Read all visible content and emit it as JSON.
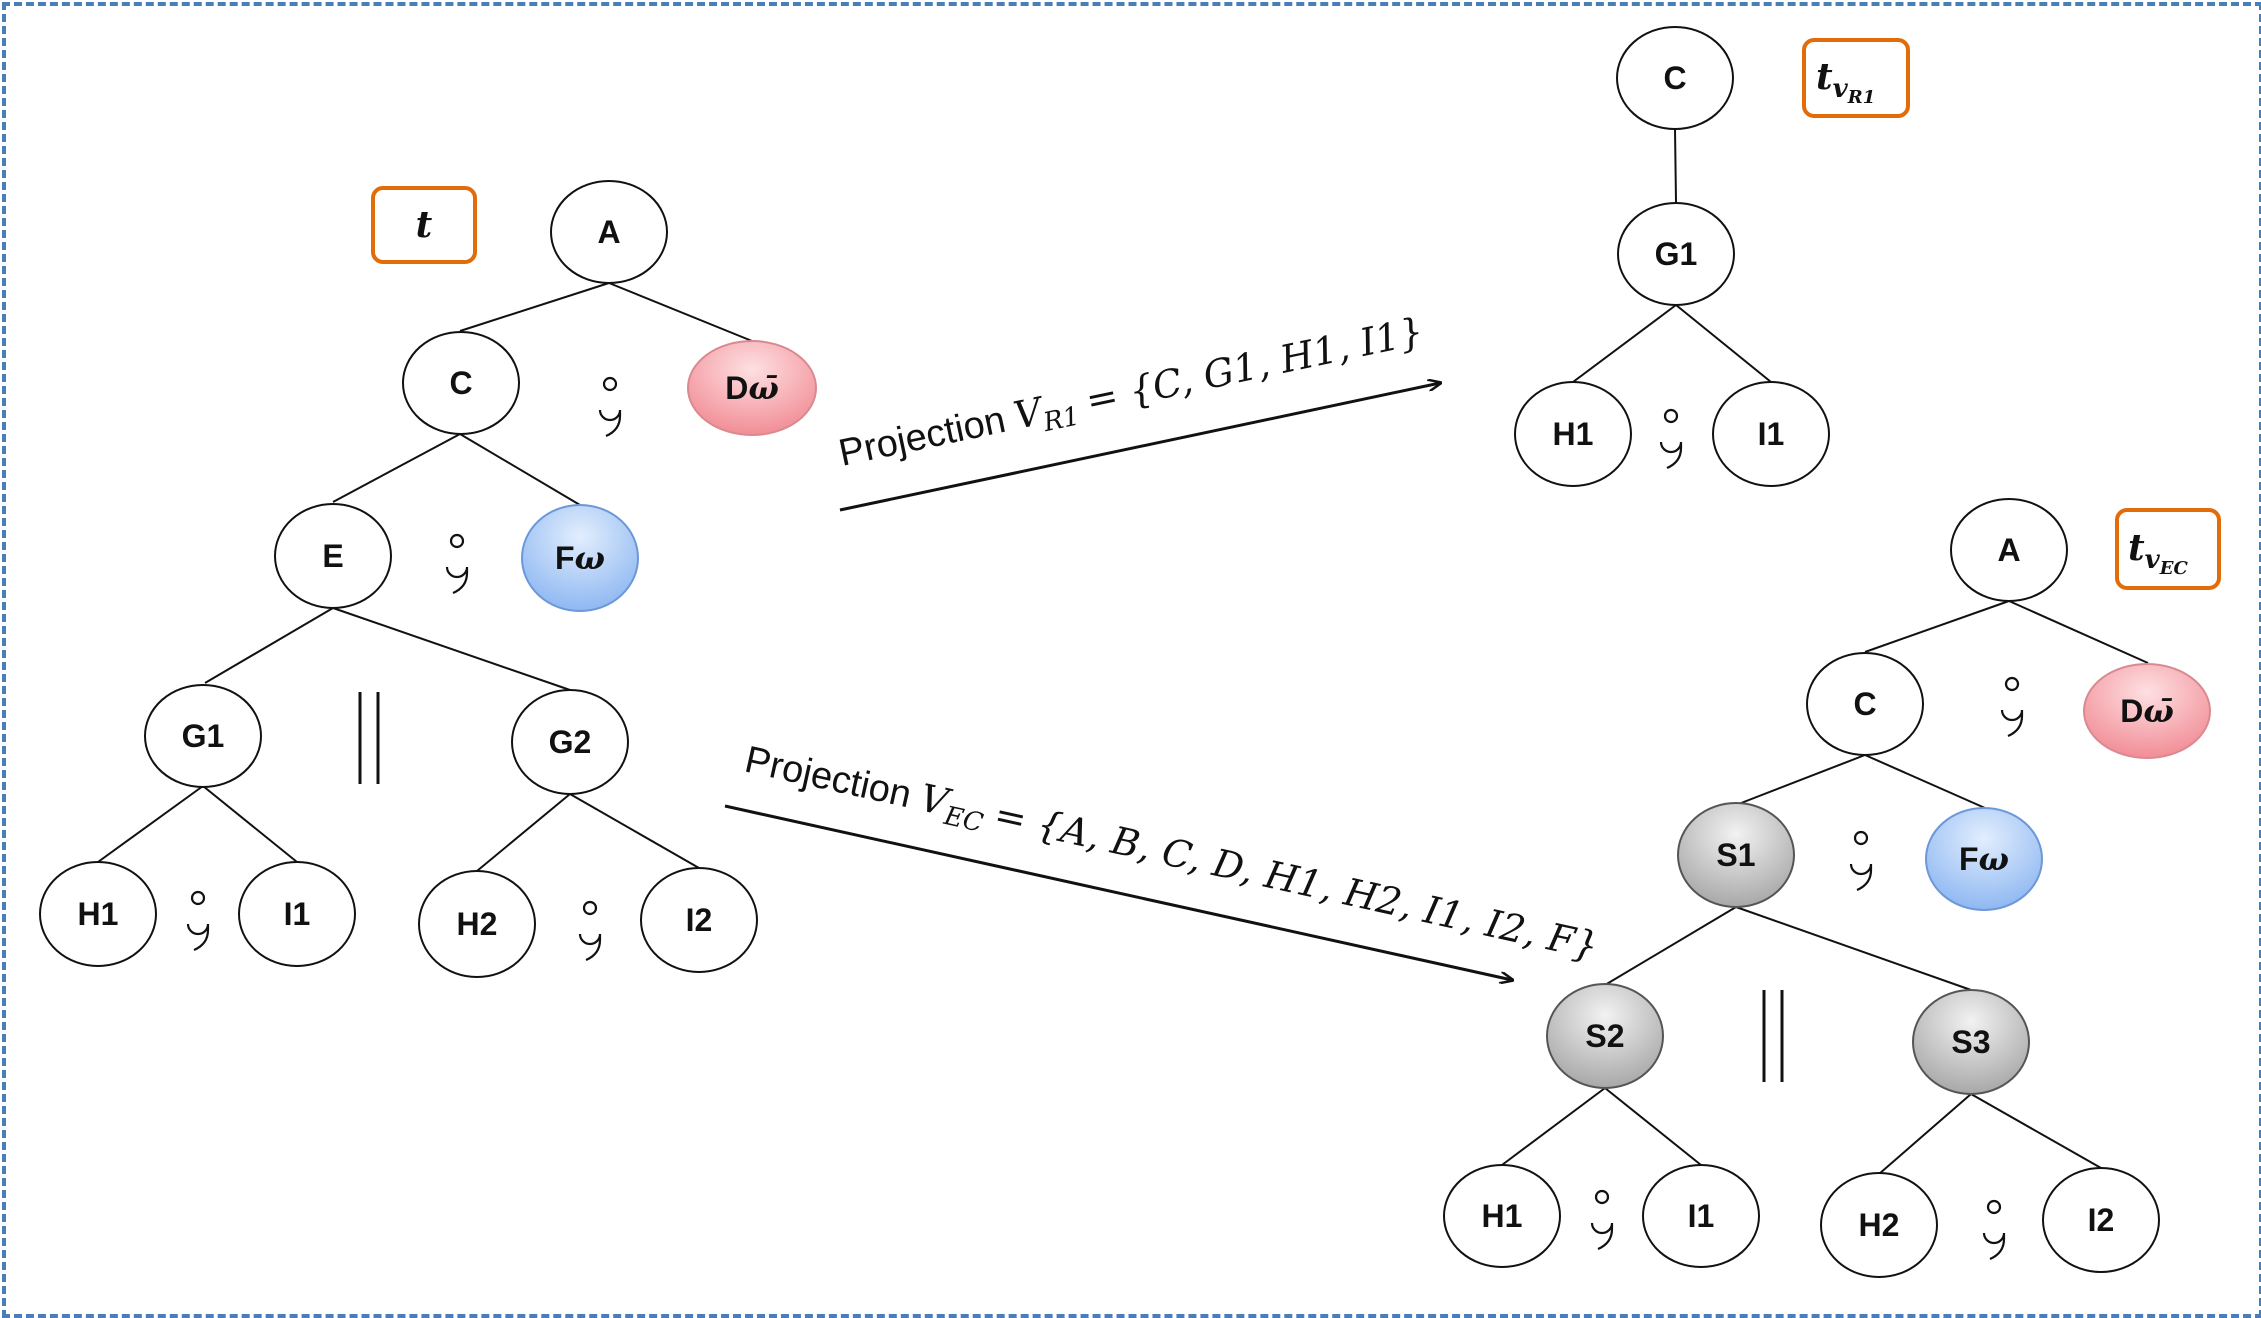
{
  "trees": {
    "t": {
      "tag": "t",
      "nodes": {
        "A": "A",
        "C": "C",
        "D": "D",
        "E": "E",
        "F": "F",
        "G1": "G1",
        "G2": "G2",
        "H1": "H1",
        "I1": "I1",
        "H2": "H2",
        "I2": "I2"
      },
      "operators": {
        "seq": "⨾",
        "parallel": "||"
      }
    },
    "tvR1": {
      "tag_main": "t",
      "tag_sub": "v",
      "tag_subsub": "R1",
      "nodes": {
        "C": "C",
        "G1": "G1",
        "H1": "H1",
        "I1": "I1"
      }
    },
    "tvEC": {
      "tag_main": "t",
      "tag_sub": "v",
      "tag_subsub": "EC",
      "nodes": {
        "A": "A",
        "C": "C",
        "D": "D",
        "F": "F",
        "S1": "S1",
        "S2": "S2",
        "S3": "S3",
        "H1": "H1",
        "I1": "I1",
        "H2": "H2",
        "I2": "I2"
      }
    }
  },
  "symbols": {
    "omega": "ω",
    "omega_bar": "ω̄"
  },
  "projections": {
    "r1": {
      "word": "Projection",
      "var": "V",
      "sub": "R1",
      "set": "= {C, G1, H1, I1}"
    },
    "ec": {
      "word": "Projection",
      "var": "V",
      "sub": "EC",
      "set": "= {A, B, C, D, H1, H2, I1, I2, F}"
    }
  },
  "colors": {
    "border": "#4a7ebb",
    "tag_border": "#e36c0a",
    "red_node": "#f8a0a8",
    "blue_node": "#a9c8f5",
    "gray_node": "#c8c8c8"
  }
}
